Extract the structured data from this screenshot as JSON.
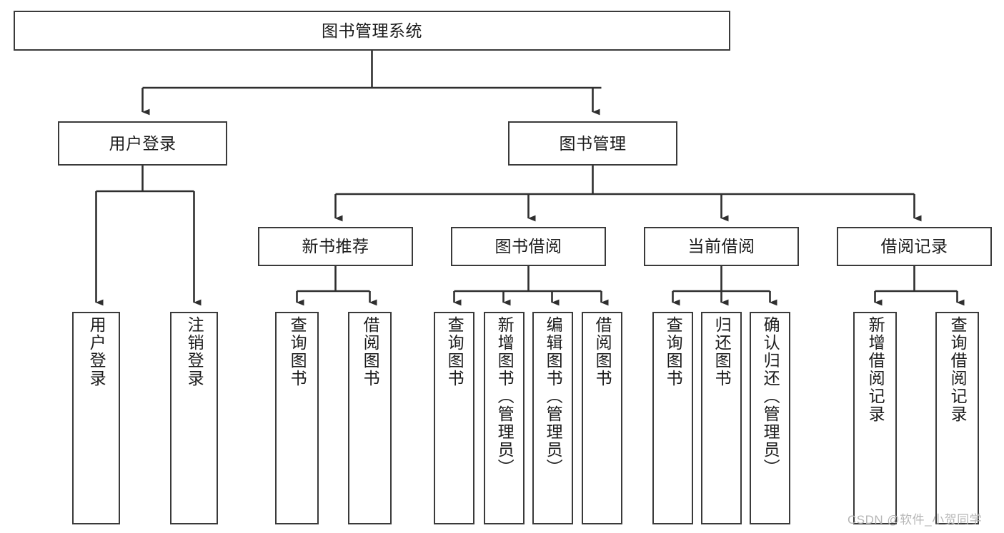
{
  "diagram": {
    "type": "tree",
    "title": "图书管理系统",
    "orientation": "top-down",
    "root": {
      "id": "root",
      "label": "图书管理系统",
      "text_direction": "horizontal"
    },
    "level2": [
      {
        "id": "user-login",
        "label": "用户登录",
        "text_direction": "horizontal"
      },
      {
        "id": "book-management",
        "label": "图书管理",
        "text_direction": "horizontal"
      }
    ],
    "level3": [
      {
        "id": "new-book-recommend",
        "label": "新书推荐",
        "parent": "book-management",
        "text_direction": "horizontal"
      },
      {
        "id": "book-borrow",
        "label": "图书借阅",
        "parent": "book-management",
        "text_direction": "horizontal"
      },
      {
        "id": "current-borrow",
        "label": "当前借阅",
        "parent": "book-management",
        "text_direction": "horizontal"
      },
      {
        "id": "borrow-record",
        "label": "借阅记录",
        "parent": "book-management",
        "text_direction": "horizontal"
      }
    ],
    "leaves": [
      {
        "id": "leaf-user-login",
        "label": "用户登录",
        "parent": "user-login",
        "text_direction": "vertical"
      },
      {
        "id": "leaf-logout",
        "label": "注销登录",
        "parent": "user-login",
        "text_direction": "vertical"
      },
      {
        "id": "leaf-query-book-1",
        "label": "查询图书",
        "parent": "new-book-recommend",
        "text_direction": "vertical"
      },
      {
        "id": "leaf-borrow-book-1",
        "label": "借阅图书",
        "parent": "new-book-recommend",
        "text_direction": "vertical"
      },
      {
        "id": "leaf-query-book-2",
        "label": "查询图书",
        "parent": "book-borrow",
        "text_direction": "vertical"
      },
      {
        "id": "leaf-add-book",
        "label": "新增图书（管理员）",
        "parent": "book-borrow",
        "text_direction": "vertical"
      },
      {
        "id": "leaf-edit-book",
        "label": "编辑图书（管理员）",
        "parent": "book-borrow",
        "text_direction": "vertical"
      },
      {
        "id": "leaf-borrow-book-2",
        "label": "借阅图书",
        "parent": "book-borrow",
        "text_direction": "vertical"
      },
      {
        "id": "leaf-query-book-3",
        "label": "查询图书",
        "parent": "current-borrow",
        "text_direction": "vertical"
      },
      {
        "id": "leaf-return-book",
        "label": "归还图书",
        "parent": "current-borrow",
        "text_direction": "vertical"
      },
      {
        "id": "leaf-confirm-return",
        "label": "确认归还（管理员）",
        "parent": "current-borrow",
        "text_direction": "vertical"
      },
      {
        "id": "leaf-add-record",
        "label": "新增借阅记录",
        "parent": "borrow-record",
        "text_direction": "vertical"
      },
      {
        "id": "leaf-query-record",
        "label": "查询借阅记录",
        "parent": "borrow-record",
        "text_direction": "vertical"
      }
    ],
    "colors": {
      "border": "#3a3a3a",
      "connector": "#2f2f2f",
      "background": "#ffffff",
      "text": "#1c1c1c",
      "watermark": "#b6b6b6"
    }
  },
  "watermark": {
    "text": "CSDN @软件_小贺同学"
  }
}
